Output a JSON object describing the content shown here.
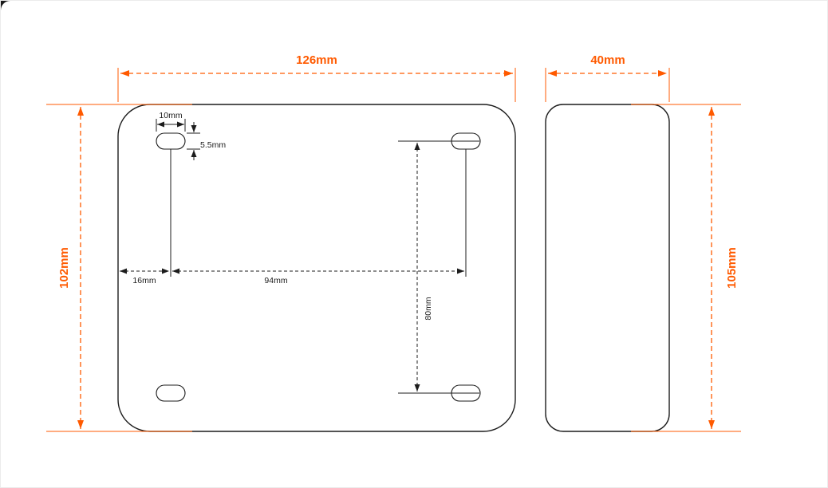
{
  "colors": {
    "dimension_accent": "#ff5a00",
    "ink": "#1c1c1c",
    "background": "#ffffff"
  },
  "front_view": {
    "overall_width": "126mm",
    "overall_height": "102mm",
    "slot_width": "10mm",
    "slot_height": "5.5mm",
    "slot_left_offset": "16mm",
    "slot_spacing_horizontal": "94mm",
    "slot_spacing_vertical": "80mm"
  },
  "side_view": {
    "width": "40mm",
    "height": "105mm"
  }
}
